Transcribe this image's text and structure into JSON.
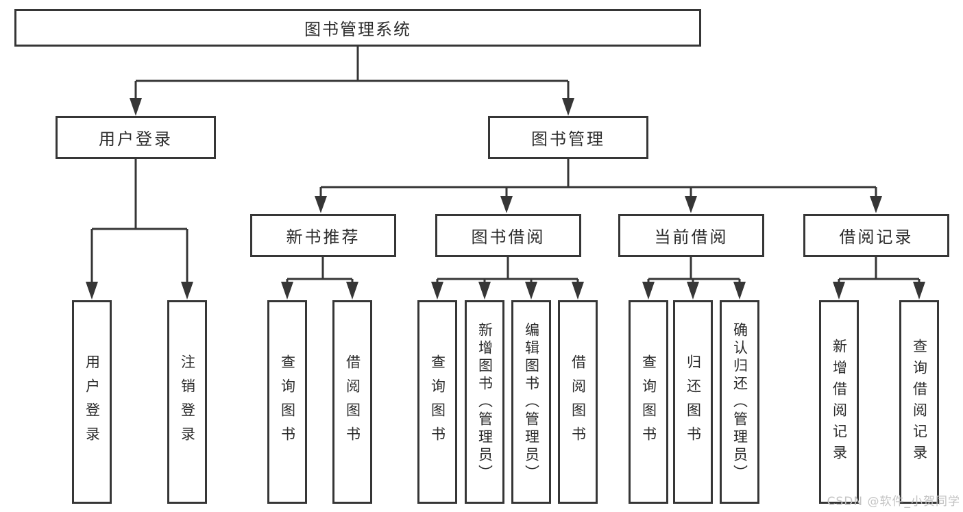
{
  "diagram": {
    "title": "图书管理系统",
    "watermark": "CSDN @软件_小贺同学",
    "colors": {
      "line": "#363636",
      "border": "#363636",
      "text": "#2b2b2b",
      "box_fill": "#ffffff",
      "watermark": "#c3c3c3"
    },
    "nodes": {
      "root": "图书管理系统",
      "level2": {
        "user_login": "用户登录",
        "book_management": "图书管理"
      },
      "level3": [
        "新书推荐",
        "图书借阅",
        "当前借阅",
        "借阅记录"
      ],
      "leaves": [
        "用户登录",
        "注销登录",
        "查询图书",
        "借阅图书",
        "查询图书",
        "新增图书（管理员）",
        "编辑图书（管理员）",
        "借阅图书",
        "查询图书",
        "归还图书",
        "确认归还（管理员）",
        "新增借阅记录",
        "查询借阅记录"
      ]
    },
    "hierarchy": {
      "图书管理系统": {
        "用户登录": [
          "用户登录",
          "注销登录"
        ],
        "图书管理": {
          "新书推荐": [
            "查询图书",
            "借阅图书"
          ],
          "图书借阅": [
            "查询图书",
            "新增图书（管理员）",
            "编辑图书（管理员）",
            "借阅图书"
          ],
          "当前借阅": [
            "查询图书",
            "归还图书",
            "确认归还（管理员）"
          ],
          "借阅记录": [
            "新增借阅记录",
            "查询借阅记录"
          ]
        }
      }
    }
  }
}
